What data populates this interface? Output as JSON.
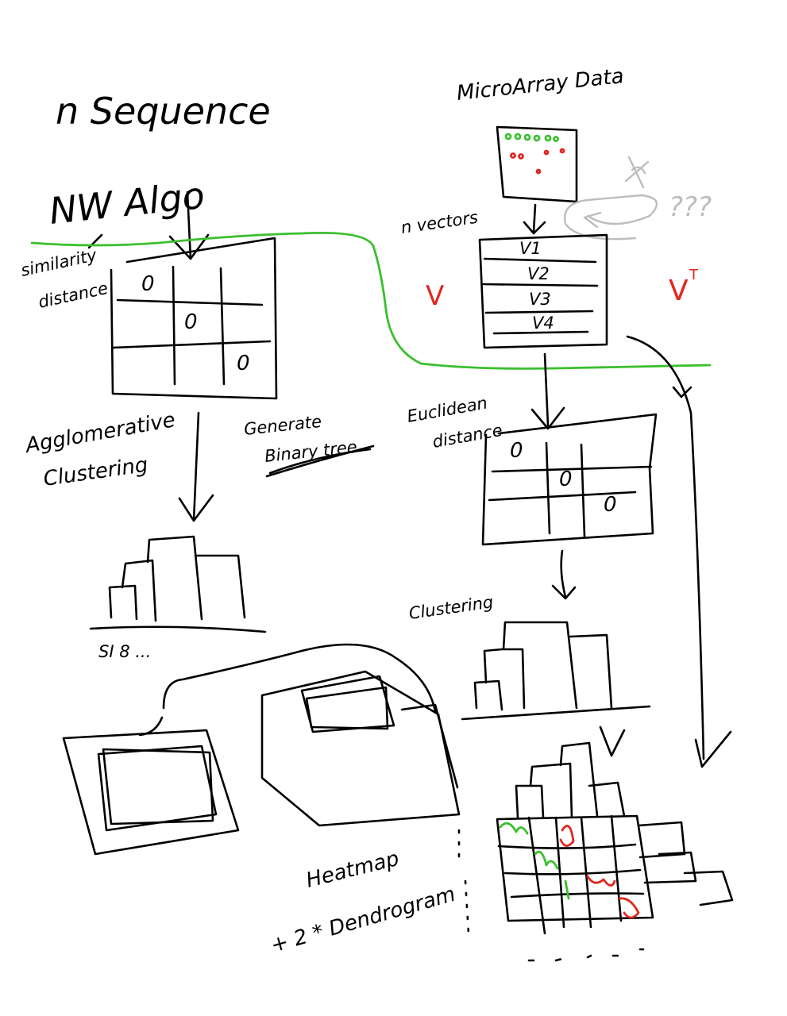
{
  "colors": {
    "ink": "#000000",
    "green": "#3bbf2e",
    "red": "#e0271f",
    "gray": "#bdbdbd",
    "background": "#ffffff"
  },
  "left": {
    "title": "n Sequence",
    "algo": "NW Algo",
    "similarity_line1": "similarity",
    "similarity_line2": "distance",
    "matrix_zeros": [
      "0",
      "0",
      "0"
    ],
    "cluster_line1": "Agglomerative",
    "cluster_line2": "Clustering",
    "generate_line1": "Generate",
    "generate_line2": "Binary tree",
    "tree_caption": "SI 8 ..."
  },
  "right": {
    "title": "MicroArray Data",
    "vectors_label": "n vectors",
    "vector_rows": [
      "V1",
      "V2",
      "V3",
      "V4"
    ],
    "v_label": "V",
    "vt_label": "V",
    "vt_sup": "T",
    "question": "???",
    "euclid_line1": "Euclidean",
    "euclid_line2": "distance",
    "matrix_zeros": [
      "0",
      "0",
      "0"
    ],
    "clustering": "Clustering"
  },
  "bottom": {
    "heatmap_line1": "Heatmap",
    "heatmap_line2": "+ 2 * Dendrogram"
  }
}
